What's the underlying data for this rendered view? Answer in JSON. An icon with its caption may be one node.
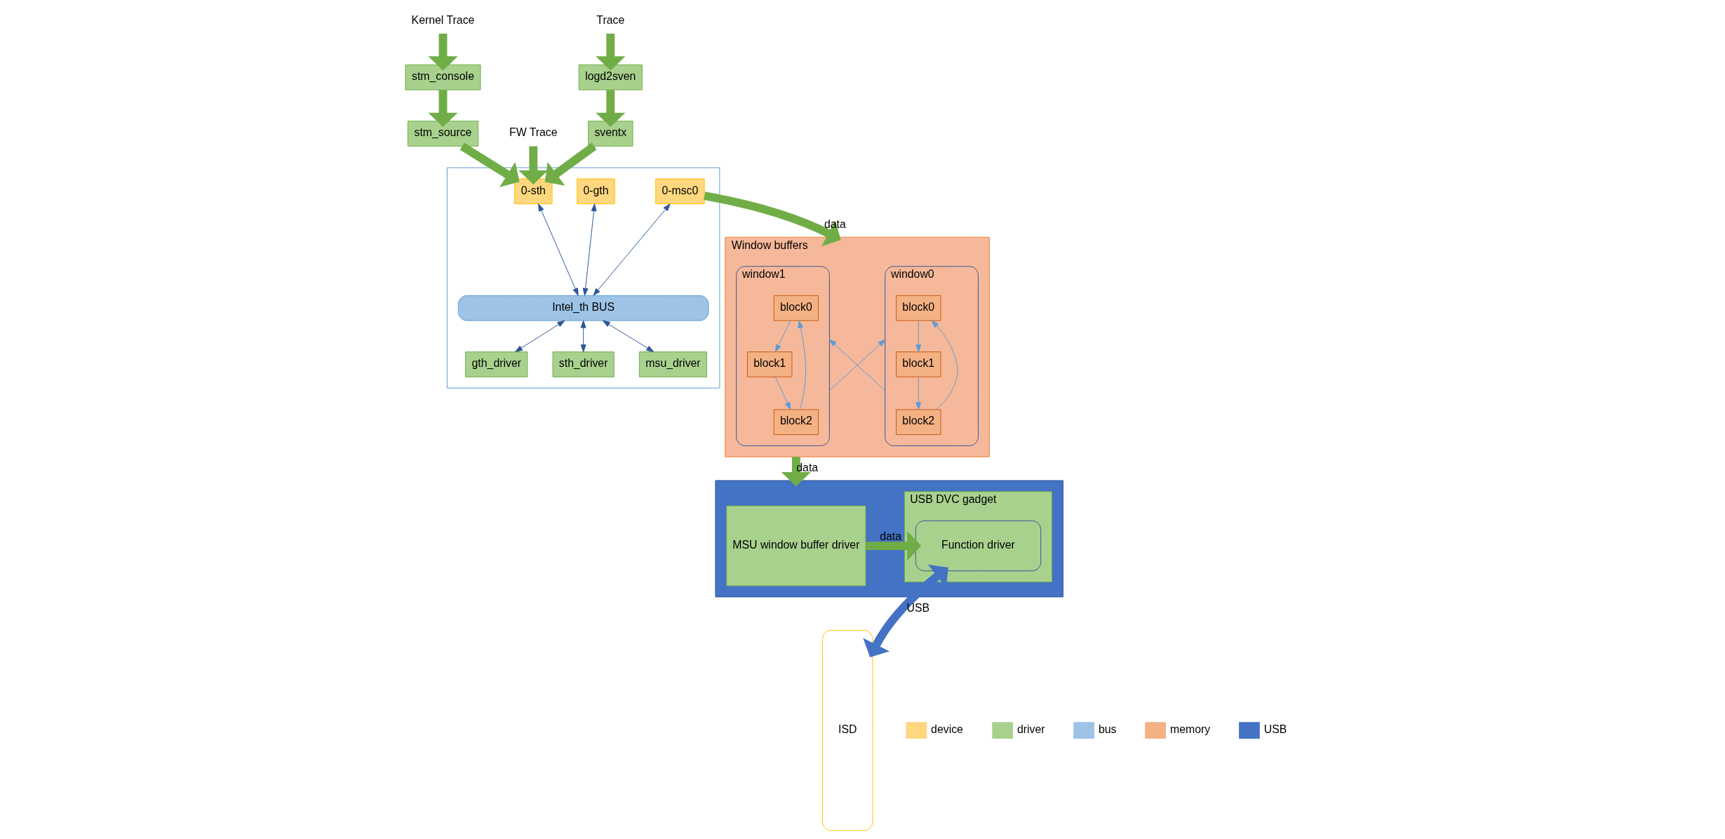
{
  "diagram": {
    "nodes": [
      {
        "text": [
          "Kernel Trace"
        ]
      },
      {
        "text": [
          "Trace"
        ]
      },
      {
        "text": [
          "FW Trace"
        ]
      },
      {
        "text": [
          "stm_console"
        ]
      },
      {
        "text": [
          "logd2sven"
        ]
      },
      {
        "text": [
          "stm_source"
        ]
      },
      {
        "text": [
          "sventx"
        ]
      },
      {
        "text": [],
        "shape": "box"
      },
      {
        "text": [
          "0-gth"
        ],
        "in": 7
      },
      {
        "text": [
          "0-sth"
        ],
        "in": 7
      },
      {
        "text": [
          "0-msc0"
        ],
        "in": 7
      },
      {
        "text": [
          "Intel_th BUS"
        ],
        "in": 7
      },
      {
        "text": [
          "gth_driver"
        ],
        "in": 7
      },
      {
        "text": [
          "sth_driver"
        ],
        "in": 7
      },
      {
        "text": [
          "msu_driver"
        ],
        "in": 7
      },
      {
        "text": [
          "Window buffers"
        ]
      },
      {
        "text": [
          "window0"
        ],
        "in": 15
      },
      {
        "text": [
          "block0"
        ],
        "in": 16
      },
      {
        "text": [
          "block1"
        ],
        "in": 16
      },
      {
        "text": [
          "block2"
        ],
        "in": 16
      },
      {
        "text": [
          "window1"
        ],
        "in": 15
      },
      {
        "text": [
          "block0"
        ],
        "in": 20
      },
      {
        "text": [
          "block1"
        ],
        "in": 20
      },
      {
        "text": [
          "block2"
        ],
        "in": 20
      },
      {
        "text": [],
        "shape": "box"
      },
      {
        "text": [
          "MSU window buffer driver"
        ],
        "in": 24
      },
      {
        "text": [
          "USB DVC gadget"
        ],
        "in": 24
      },
      {
        "text": [
          "Function driver"
        ],
        "in": 26
      },
      {
        "text": [
          "ISD"
        ]
      }
    ],
    "edges": [
      {
        "from": 0,
        "to": 3,
        "arrow": "to",
        "style": "thick",
        "color": "#70ad47"
      },
      {
        "from": 3,
        "to": 5,
        "arrow": "to",
        "style": "thick",
        "color": "#70ad47"
      },
      {
        "from": 1,
        "to": 4,
        "arrow": "to",
        "style": "thick",
        "color": "#70ad47"
      },
      {
        "from": 4,
        "to": 6,
        "arrow": "to",
        "style": "thick",
        "color": "#70ad47"
      },
      {
        "from": 5,
        "to": 9,
        "arrow": "to",
        "style": "thick",
        "color": "#70ad47"
      },
      {
        "from": 6,
        "to": 9,
        "arrow": "to",
        "style": "thick",
        "color": "#70ad47"
      },
      {
        "from": 2,
        "to": 9,
        "arrow": "to",
        "style": "thick",
        "color": "#70ad47"
      },
      {
        "from": 8,
        "to": 11,
        "arrow": "both"
      },
      {
        "from": 9,
        "to": 11,
        "arrow": "both"
      },
      {
        "from": 10,
        "to": 11,
        "arrow": "both"
      },
      {
        "from": 11,
        "to": 12,
        "arrow": "both"
      },
      {
        "from": 11,
        "to": 13,
        "arrow": "both"
      },
      {
        "from": 11,
        "to": 14,
        "arrow": "both"
      },
      {
        "from": 10,
        "to": 15,
        "arrow": "to",
        "label": "data",
        "style": "thick",
        "color": "#70ad47"
      },
      {
        "from": 17,
        "to": 18,
        "arrow": "to",
        "color": "#5b9bd5"
      },
      {
        "from": 18,
        "to": 19,
        "arrow": "to",
        "color": "#5b9bd5"
      },
      {
        "from": 19,
        "to": 17,
        "arrow": "to",
        "color": "#5b9bd5"
      },
      {
        "from": 16,
        "to": 20,
        "arrow": "to",
        "color": "#5b9bd5"
      },
      {
        "from": 21,
        "to": 22,
        "arrow": "to",
        "color": "#5b9bd5"
      },
      {
        "from": 22,
        "to": 23,
        "arrow": "to",
        "color": "#5b9bd5"
      },
      {
        "from": 23,
        "to": 21,
        "arrow": "to",
        "color": "#5b9bd5"
      },
      {
        "from": 20,
        "to": 16,
        "arrow": "to",
        "color": "#5b9bd5"
      },
      {
        "from": 15,
        "to": 24,
        "arrow": "to",
        "label": "data",
        "style": "thick",
        "color": "#70ad47"
      },
      {
        "from": 25,
        "to": 27,
        "arrow": "to",
        "label": "data",
        "style": "thick",
        "color": "#70ad47"
      },
      {
        "from": 27,
        "to": 28,
        "arrow": "both",
        "label": "USB",
        "style": "thick",
        "color": "#4472c4"
      }
    ],
    "legend": [
      {
        "text": "device",
        "color": "#ffd77f"
      },
      {
        "text": "driver",
        "color": "#a9d18e"
      },
      {
        "text": "bus",
        "color": "#9dc3e6"
      },
      {
        "text": "memory",
        "color": "#f4b183"
      },
      {
        "text": "USB",
        "color": "#4472c4"
      }
    ]
  }
}
